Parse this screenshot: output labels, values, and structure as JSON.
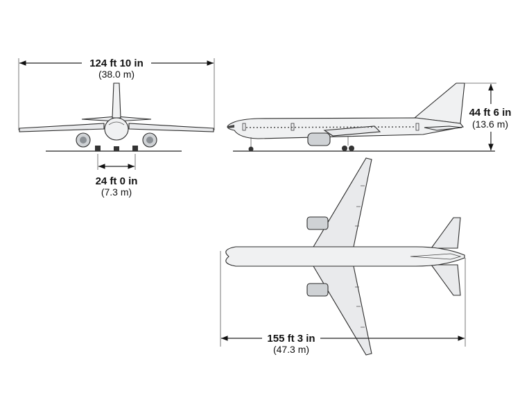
{
  "dimensions": {
    "wingspan": {
      "imperial": "124 ft 10 in",
      "metric": "(38.0 m)"
    },
    "gear_track": {
      "imperial": "24 ft 0 in",
      "metric": "(7.3 m)"
    },
    "height": {
      "imperial": "44 ft 6 in",
      "metric": "(13.6 m)"
    },
    "length": {
      "imperial": "155 ft 3 in",
      "metric": "(47.3 m)"
    }
  }
}
